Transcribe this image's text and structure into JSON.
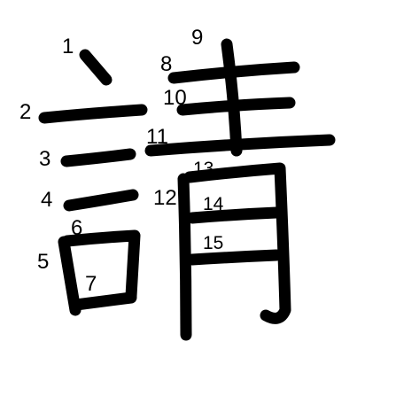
{
  "character": "請",
  "stroke_count": 15,
  "stroke_color": "#000000",
  "background": "#ffffff",
  "stroke_numbers": [
    "1",
    "2",
    "3",
    "4",
    "5",
    "6",
    "7",
    "8",
    "9",
    "10",
    "11",
    "12",
    "13",
    "14",
    "15"
  ]
}
